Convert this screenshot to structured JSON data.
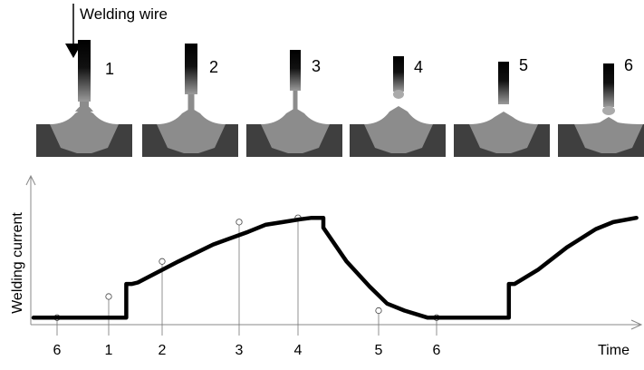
{
  "colors": {
    "plate": "#3f3f3f",
    "weld": "#8c8c8c",
    "wire_top": "#000000",
    "wire_bottom": "#9a9a9a",
    "curve": "#000000",
    "axis": "#777777"
  },
  "top_label": "Welding wire",
  "stage_labels": [
    "1",
    "2",
    "3",
    "4",
    "5",
    "6"
  ],
  "chart_data": {
    "type": "line",
    "ylabel": "Welding current",
    "xlabel": "Time",
    "x_ticks": [
      "6",
      "1",
      "2",
      "3",
      "4",
      "5",
      "6"
    ],
    "marked_levels": [
      0.05,
      0.2,
      0.45,
      0.73,
      0.76,
      0.1,
      0.05
    ],
    "series": [
      {
        "values": [
          [
            0.0,
            0.05
          ],
          [
            0.16,
            0.05
          ],
          [
            0.16,
            0.29
          ],
          [
            0.17,
            0.29
          ],
          [
            0.18,
            0.3
          ],
          [
            0.25,
            0.45
          ],
          [
            0.31,
            0.57
          ],
          [
            0.37,
            0.66
          ],
          [
            0.4,
            0.71
          ],
          [
            0.43,
            0.73
          ],
          [
            0.46,
            0.75
          ],
          [
            0.48,
            0.76
          ],
          [
            0.5,
            0.76
          ],
          [
            0.5,
            0.69
          ],
          [
            0.54,
            0.45
          ],
          [
            0.58,
            0.27
          ],
          [
            0.61,
            0.15
          ],
          [
            0.64,
            0.1
          ],
          [
            0.68,
            0.05
          ],
          [
            0.82,
            0.05
          ],
          [
            0.82,
            0.29
          ],
          [
            0.83,
            0.29
          ],
          [
            0.87,
            0.39
          ],
          [
            0.92,
            0.55
          ],
          [
            0.97,
            0.68
          ],
          [
            1.0,
            0.73
          ],
          [
            1.04,
            0.76
          ]
        ]
      }
    ]
  }
}
